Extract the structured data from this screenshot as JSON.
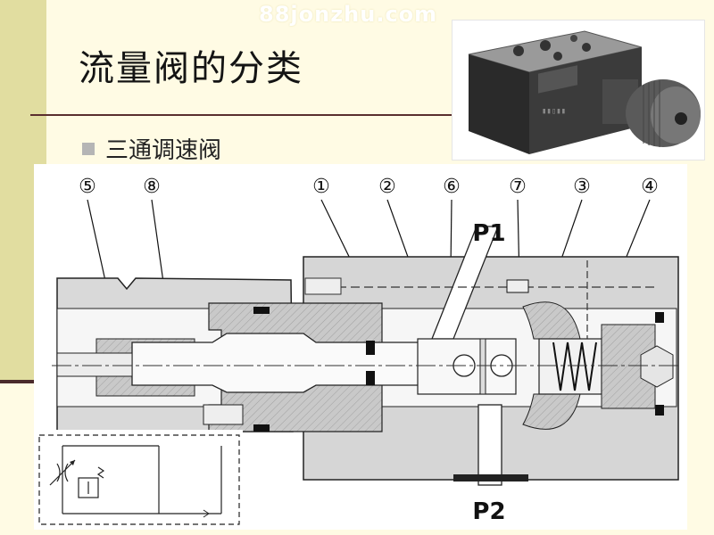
{
  "slide": {
    "watermark": "88jonzhu.com",
    "title": "流量阀的分类",
    "bullet": "三通调速阀"
  },
  "diagram": {
    "callouts": [
      {
        "id": "callout-5",
        "label": "⑤"
      },
      {
        "id": "callout-8",
        "label": "⑧"
      },
      {
        "id": "callout-1",
        "label": "①"
      },
      {
        "id": "callout-2",
        "label": "②"
      },
      {
        "id": "callout-6",
        "label": "⑥"
      },
      {
        "id": "callout-7",
        "label": "⑦"
      },
      {
        "id": "callout-3",
        "label": "③"
      },
      {
        "id": "callout-4",
        "label": "④"
      }
    ],
    "ports": [
      {
        "id": "port-p1",
        "label": "P1"
      },
      {
        "id": "port-p2",
        "label": "P2"
      }
    ]
  }
}
